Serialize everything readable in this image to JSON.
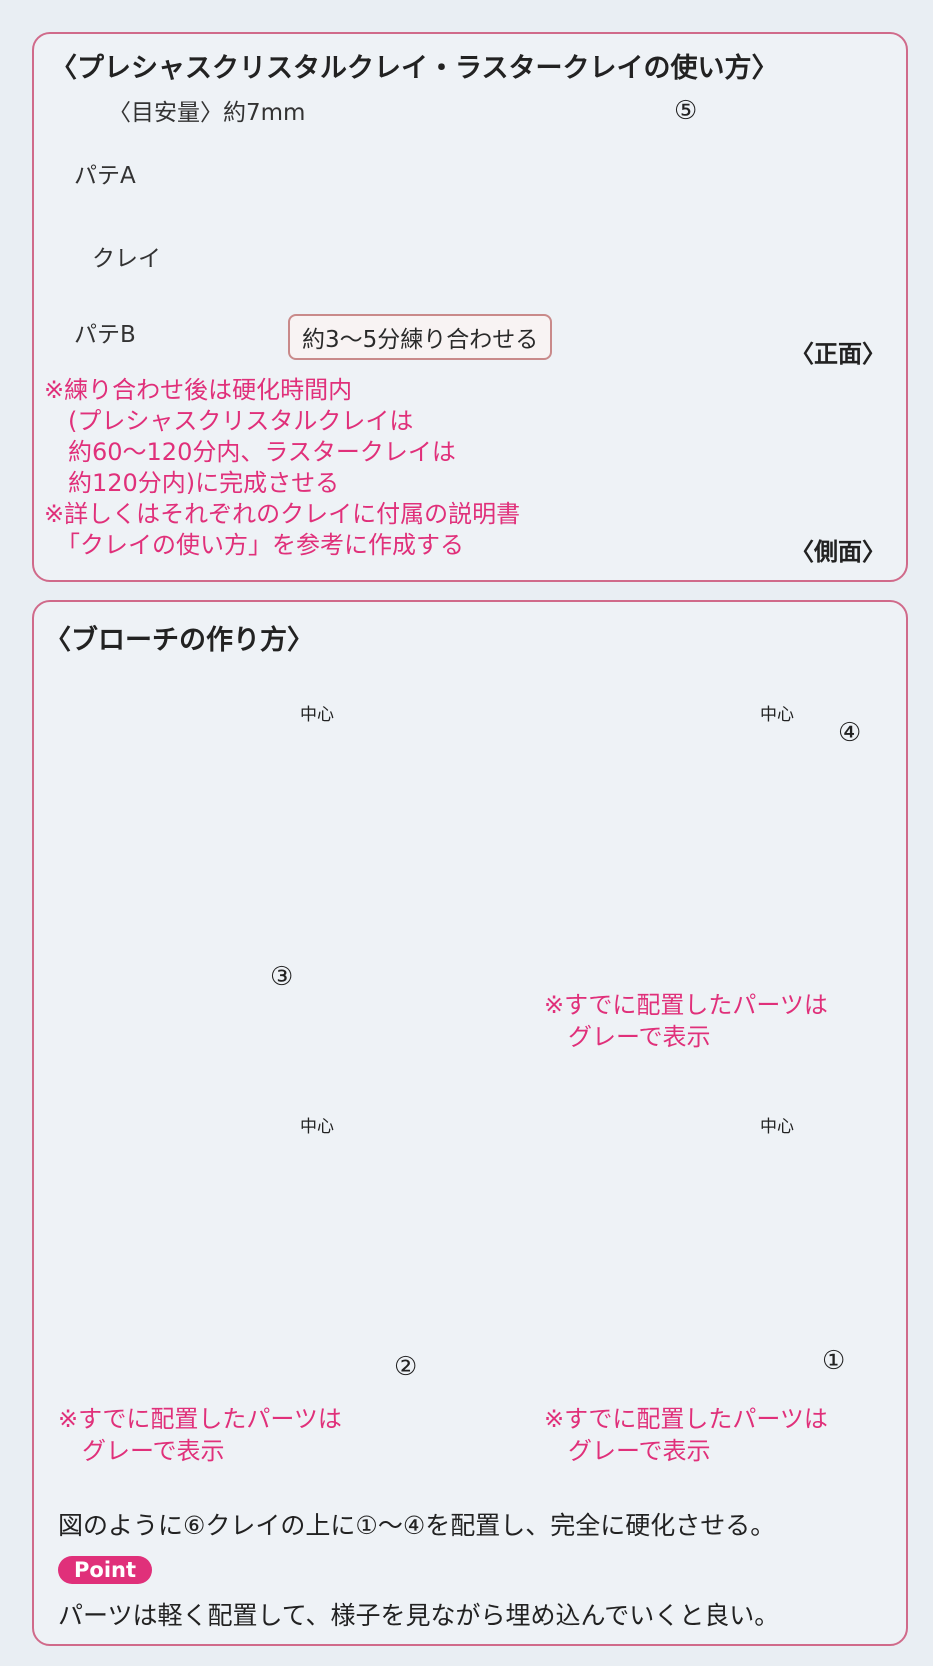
{
  "usage": {
    "title": "〈プレシャスクリスタルクレイ・ラスタークレイの使い方〉",
    "guide_label": "〈目安量〉約7mm",
    "putty_a": "パテA",
    "clay": "クレイ",
    "putty_b": "パテB",
    "mix_label": "約3〜5分練り合わせる",
    "marker_5": "⑤",
    "front_label": "〈正面〉",
    "side_label": "〈側面〉",
    "notes": [
      "※練り合わせ後は硬化時間内",
      "　(プレシャスクリスタルクレイは",
      "　約60〜120分内、ラスタークレイは",
      "　約120分内)に完成させる",
      "※詳しくはそれぞれのクレイに付属の説明書",
      "　「クレイの使い方」を参考に作成する"
    ]
  },
  "brooch": {
    "title": "〈ブローチの作り方〉",
    "center_label": "中心",
    "marker_3": "③",
    "marker_4": "④",
    "marker_2": "②",
    "marker_1": "①",
    "gray_note_line1": "※すでに配置したパーツは",
    "gray_note_line2": "　グレーで表示",
    "instruction": "図のように⑥クレイの上に①〜④を配置し、完全に硬化させる。",
    "point_badge": "Point",
    "point_text": "パーツは軽く配置して、様子を見ながら埋め込んでいくと良い。"
  },
  "colors": {
    "border": "#d06a8a",
    "accent_text": "#e0307a",
    "arrow": "#b8966a",
    "wire": "#d9b25a",
    "putty_a": "#7ab3e0",
    "stone_pink": "#f0a8bd",
    "stone_blue": "#8ec2ec",
    "stone_orange": "#f6b865",
    "stone_green": "#9bd08a",
    "stone_gray": "#a3a5aa"
  }
}
